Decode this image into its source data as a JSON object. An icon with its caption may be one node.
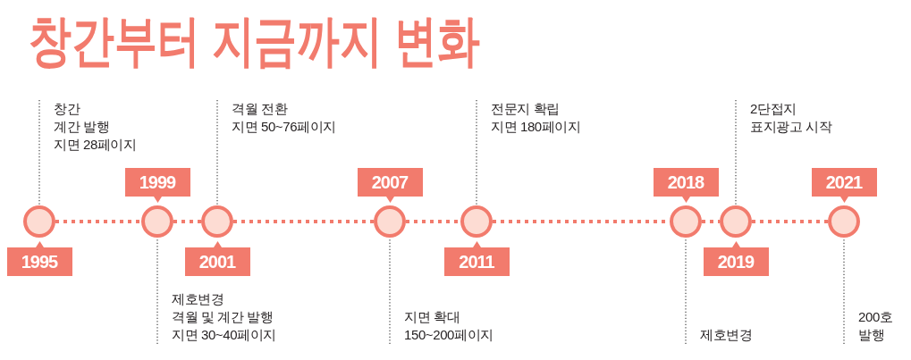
{
  "diagram": {
    "title": "창간부터 지금까지 변화",
    "nodes": [
      {
        "text": [
          "1995"
        ]
      },
      {
        "text": [],
        "shape": "circle"
      },
      {
        "text": [
          "창간",
          "계간 발행",
          "지면 28페이지"
        ]
      },
      {
        "text": [
          "1999"
        ]
      },
      {
        "text": [],
        "shape": "circle"
      },
      {
        "text": [
          "제호변경",
          "격월 및 계간 발행",
          "지면 30~40페이지"
        ]
      },
      {
        "text": [
          "2001"
        ]
      },
      {
        "text": [],
        "shape": "circle"
      },
      {
        "text": [
          "격월 전환",
          "지면 50~76페이지"
        ]
      },
      {
        "text": [
          "2007"
        ]
      },
      {
        "text": [],
        "shape": "circle"
      },
      {
        "text": [
          "지면 확대",
          "150~200페이지"
        ]
      },
      {
        "text": [
          "2011"
        ]
      },
      {
        "text": [],
        "shape": "circle"
      },
      {
        "text": [
          "전문지 확립",
          "지면 180페이지"
        ]
      },
      {
        "text": [
          "2018"
        ]
      },
      {
        "text": [],
        "shape": "circle"
      },
      {
        "text": [
          "제호변경"
        ]
      },
      {
        "text": [
          "2019"
        ]
      },
      {
        "text": [],
        "shape": "circle"
      },
      {
        "text": [
          "2단접지",
          "표지광고 시작"
        ]
      },
      {
        "text": [
          "2021"
        ]
      },
      {
        "text": [],
        "shape": "circle"
      },
      {
        "text": [
          "200호 발행"
        ]
      }
    ],
    "edges": [
      {
        "from": 1,
        "to": 4,
        "arrow": "none",
        "style": "dashed",
        "color": "#f27b6d"
      },
      {
        "from": 4,
        "to": 7,
        "arrow": "none",
        "style": "dashed",
        "color": "#f27b6d"
      },
      {
        "from": 7,
        "to": 10,
        "arrow": "none",
        "style": "dashed",
        "color": "#f27b6d"
      },
      {
        "from": 10,
        "to": 13,
        "arrow": "none",
        "style": "dashed",
        "color": "#f27b6d"
      },
      {
        "from": 13,
        "to": 16,
        "arrow": "none",
        "style": "dashed",
        "color": "#f27b6d"
      },
      {
        "from": 16,
        "to": 19,
        "arrow": "none",
        "style": "dashed",
        "color": "#f27b6d"
      },
      {
        "from": 19,
        "to": 22,
        "arrow": "none",
        "style": "dashed",
        "color": "#f27b6d"
      },
      {
        "from": 2,
        "to": 1,
        "arrow": "none",
        "style": "dashed"
      },
      {
        "from": 5,
        "to": 4,
        "arrow": "none",
        "style": "dashed"
      },
      {
        "from": 8,
        "to": 7,
        "arrow": "none",
        "style": "dashed"
      },
      {
        "from": 11,
        "to": 10,
        "arrow": "none",
        "style": "dashed"
      },
      {
        "from": 14,
        "to": 13,
        "arrow": "none",
        "style": "dashed"
      },
      {
        "from": 17,
        "to": 16,
        "arrow": "none",
        "style": "dashed"
      },
      {
        "from": 20,
        "to": 19,
        "arrow": "none",
        "style": "dashed"
      },
      {
        "from": 23,
        "to": 22,
        "arrow": "none",
        "style": "dashed"
      }
    ]
  }
}
